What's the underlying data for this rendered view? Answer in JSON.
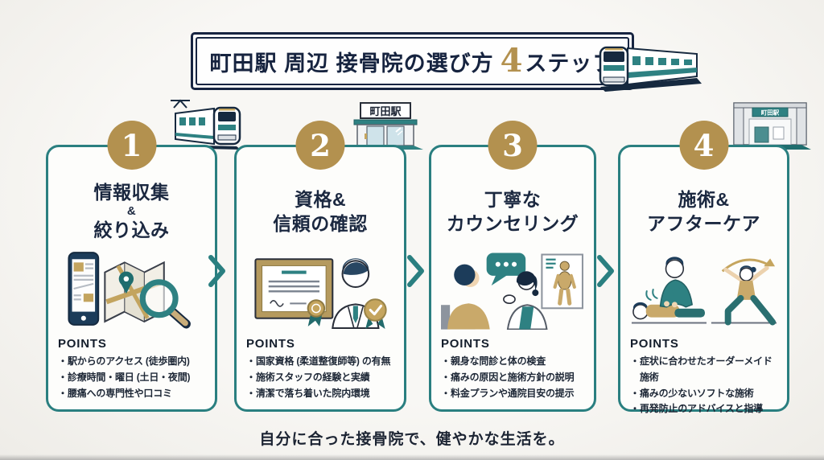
{
  "page": {
    "title_main": "町田駅 周辺 接骨院の選び方",
    "title_number": "4",
    "title_suffix": "ステップ",
    "footer": "自分に合った接骨院で、健やかな生活を。",
    "bullet": "・",
    "station_label": "町田駅",
    "storefront_sign": "町田駅"
  },
  "colors": {
    "teal": "#2a7f80",
    "gold": "#b3914f",
    "navy": "#172441",
    "card_background": "#fdfdfb",
    "page_background": "#f5f4f0"
  },
  "steps": [
    {
      "number": "1",
      "title_lines": [
        "情報収集",
        "&",
        "絞り込み"
      ],
      "points_label": "POINTS",
      "points": [
        "駅からのアクセス (徒歩圏内)",
        "診療時間・曜日 (土日・夜間)",
        "腰痛への専門性や口コミ"
      ],
      "illustration": "smartphone-map-magnifier"
    },
    {
      "number": "2",
      "title_lines": [
        "資格&",
        "信頼の確認"
      ],
      "points_label": "POINTS",
      "points": [
        "国家資格 (柔道整復師等) の有無",
        "施術スタッフの経験と実績",
        "清潔で落ち着いた院内環境"
      ],
      "illustration": "certificate-practitioner-badge"
    },
    {
      "number": "3",
      "title_lines": [
        "丁寧な",
        "カウンセリング"
      ],
      "points_label": "POINTS",
      "points": [
        "親身な問診と体の検査",
        "痛みの原因と施術方針の説明",
        "料金プランや通院目安の提示"
      ],
      "illustration": "counseling-conversation"
    },
    {
      "number": "4",
      "title_lines": [
        "施術&",
        "アフターケア"
      ],
      "points_label": "POINTS",
      "points": [
        "症状に合わせたオーダーメイド施術",
        "痛みの少ないソフトな施術",
        "再発防止のアドバイスと指導"
      ],
      "illustration": "treatment-stretching"
    }
  ]
}
